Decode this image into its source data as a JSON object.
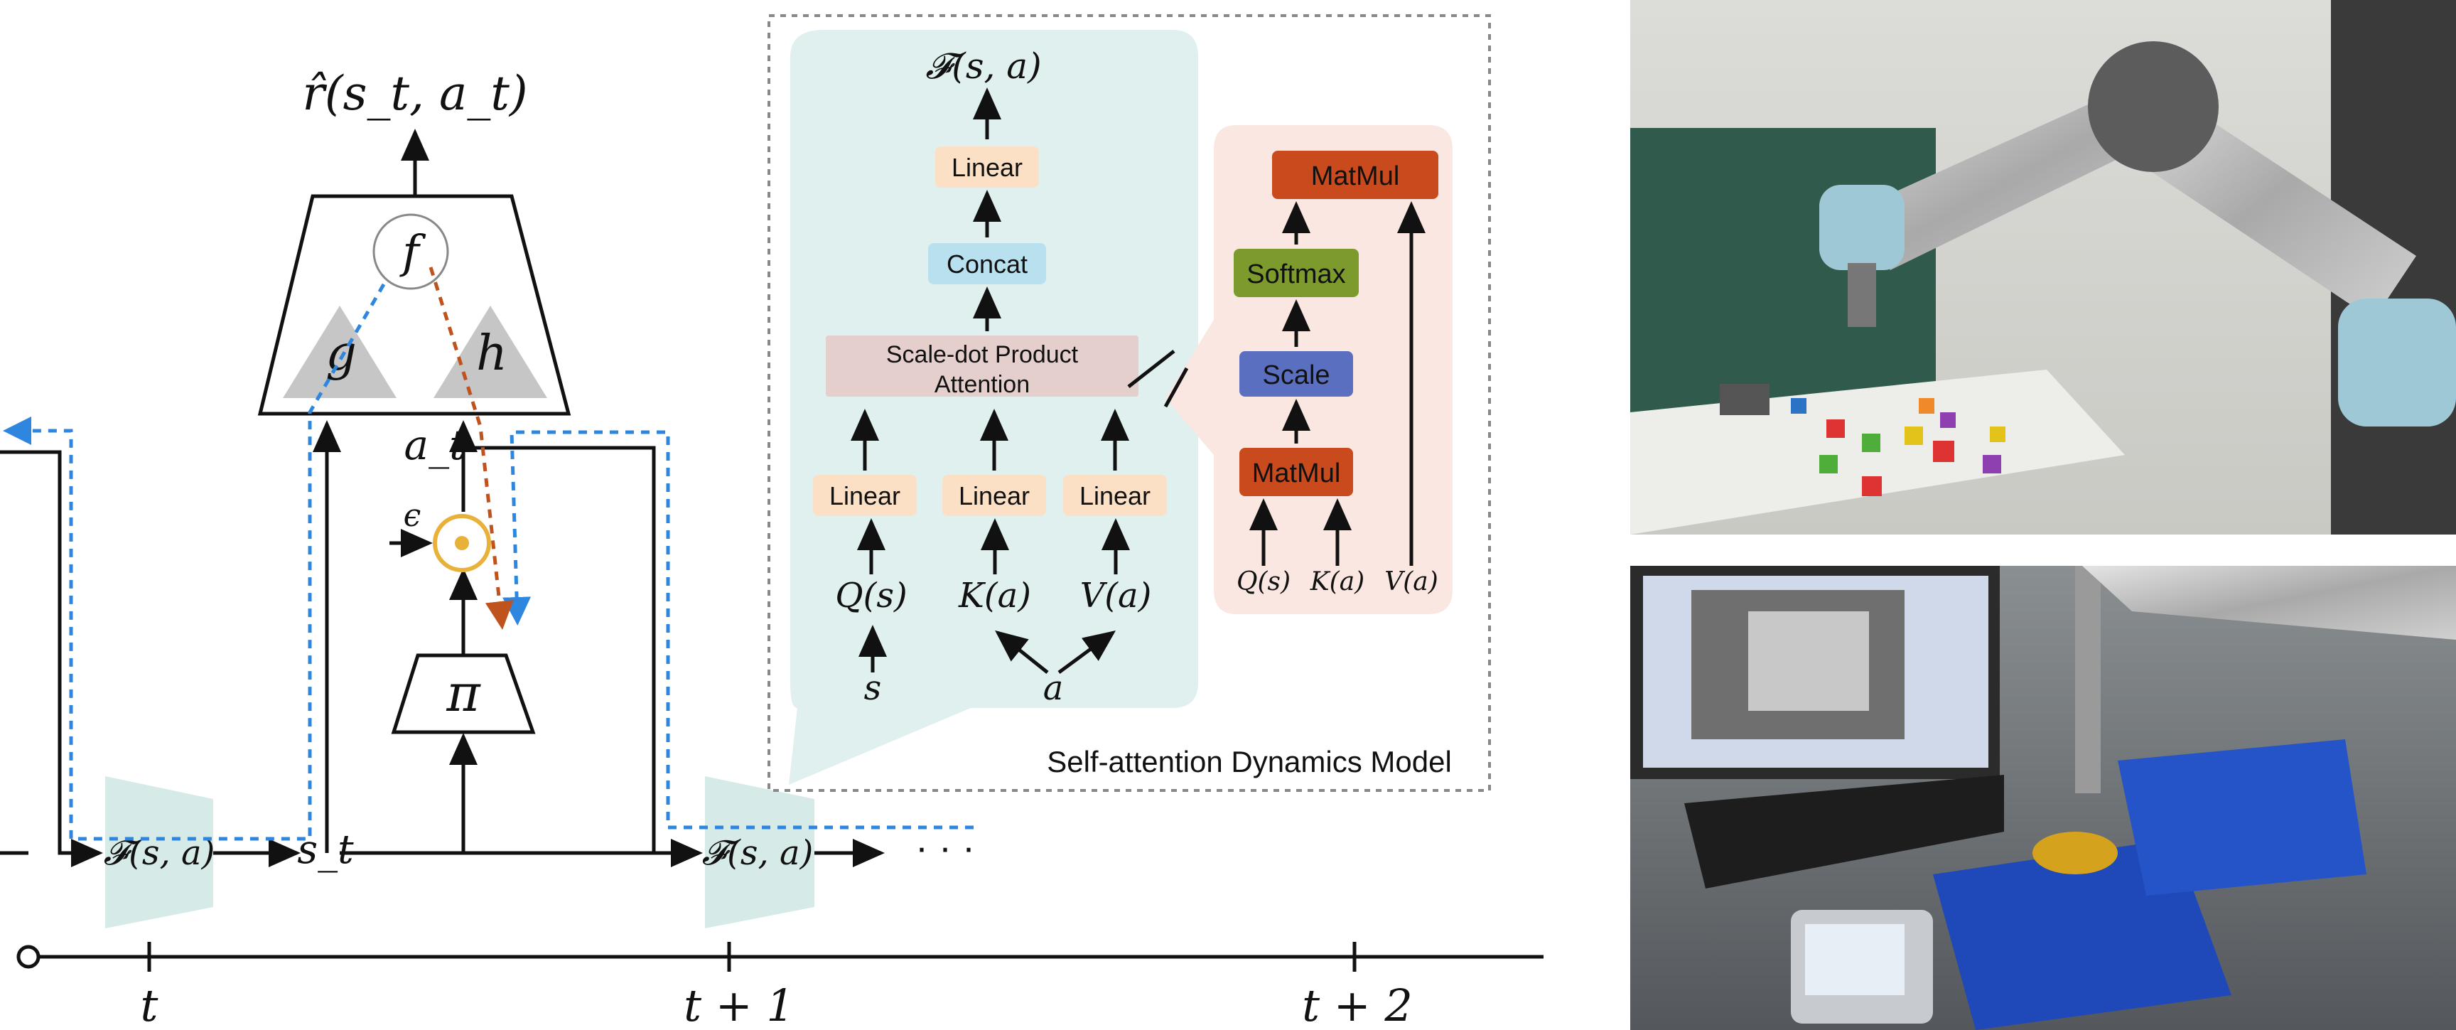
{
  "diagram": {
    "reward_label": "r̂(s_t, a_t)",
    "f_label": "f",
    "g_label": "g",
    "h_label": "h",
    "action_label": "a_t",
    "epsilon_label": "ϵ",
    "pi_label": "π",
    "state_label": "s_t",
    "model_label_1": "𝓕(s, a)",
    "model_label_2": "𝓕(s, a)",
    "ellipsis": "· · ·",
    "timeline": {
      "t0": "t",
      "t1": "t + 1",
      "t2": "t + 2"
    }
  },
  "attention_panel": {
    "caption": "Self-attention Dynamics Model",
    "output_label": "𝓕(s, a)",
    "linear_top": "Linear",
    "concat": "Concat",
    "sdpa_line1": "Scale-dot Product",
    "sdpa_line2": "Attention",
    "linear_q": "Linear",
    "linear_k": "Linear",
    "linear_v": "Linear",
    "q_label": "Q(s)",
    "k_label": "K(a)",
    "v_label": "V(a)",
    "s_input": "s",
    "a_input": "a"
  },
  "sdpa_detail": {
    "matmul_top": "MatMul",
    "softmax": "Softmax",
    "scale": "Scale",
    "matmul_bottom": "MatMul",
    "q_label": "Q(s)",
    "k_label": "K(a)",
    "v_label": "V(a)"
  },
  "photos": {
    "top": "robot-arm-tabletop-blocks-photo",
    "bottom": "robot-arm-bin-picking-photo"
  },
  "colors": {
    "policy_path": "#2e86de",
    "reward_path": "#c0521d",
    "attention_panel_bg": "#dff0ee",
    "sdpa_panel_bg": "#fbe7e2",
    "model_block": "#d6ebe8",
    "linear_box": "#fbe0c5",
    "concat_box": "#b9e0ef",
    "sdpa_box": "#e5cfcc",
    "softmax_box": "#7d9a2c",
    "scale_box": "#5a6fc0",
    "matmul_box": "#c94a1c",
    "noise_circle": "#e8b23a"
  }
}
